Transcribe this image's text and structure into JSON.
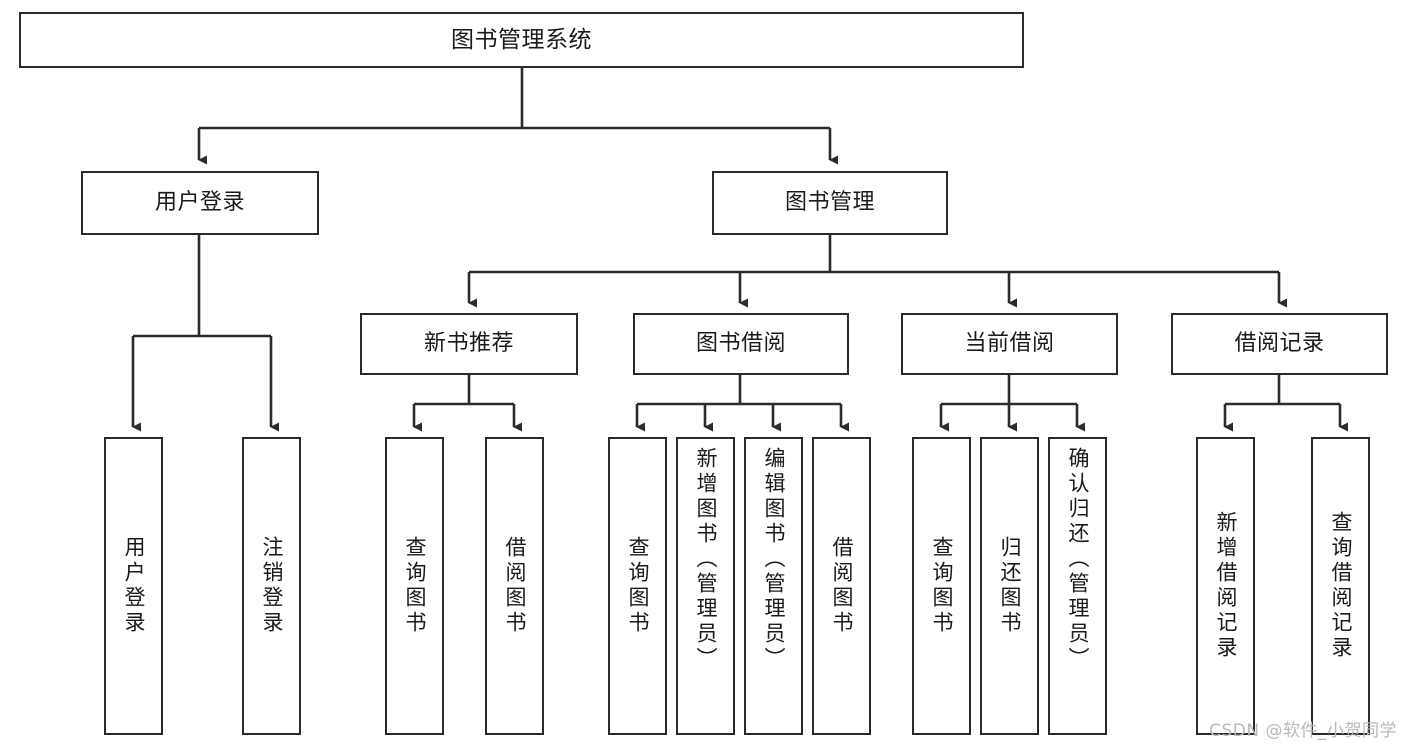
{
  "diagram": {
    "type": "tree-hierarchy-chart",
    "title": "图书管理系统",
    "stroke_color": "#2b2b2b",
    "fill_color": "#ffffff",
    "text_color": "#1a1a1a",
    "levels": {
      "root": {
        "label": "图书管理系统"
      },
      "level1": [
        {
          "label": "用户登录"
        },
        {
          "label": "图书管理"
        }
      ],
      "level2": [
        {
          "label": "新书推荐"
        },
        {
          "label": "图书借阅"
        },
        {
          "label": "当前借阅"
        },
        {
          "label": "借阅记录"
        }
      ],
      "leaves": {
        "user_login": [
          {
            "label": "用户登录"
          },
          {
            "label": "注销登录"
          }
        ],
        "new_book_recommend": [
          {
            "label": "查询图书"
          },
          {
            "label": "借阅图书"
          }
        ],
        "book_borrow": [
          {
            "label": "查询图书"
          },
          {
            "label": "新增图书（管理员）"
          },
          {
            "label": "编辑图书（管理员）"
          },
          {
            "label": "借阅图书"
          }
        ],
        "current_borrow": [
          {
            "label": "查询图书"
          },
          {
            "label": "归还图书"
          },
          {
            "label": "确认归还（管理员）"
          }
        ],
        "borrow_record": [
          {
            "label": "新增借阅记录"
          },
          {
            "label": "查询借阅记录"
          }
        ]
      }
    }
  },
  "watermark": {
    "text": "CSDN @软件_小贺同学"
  }
}
